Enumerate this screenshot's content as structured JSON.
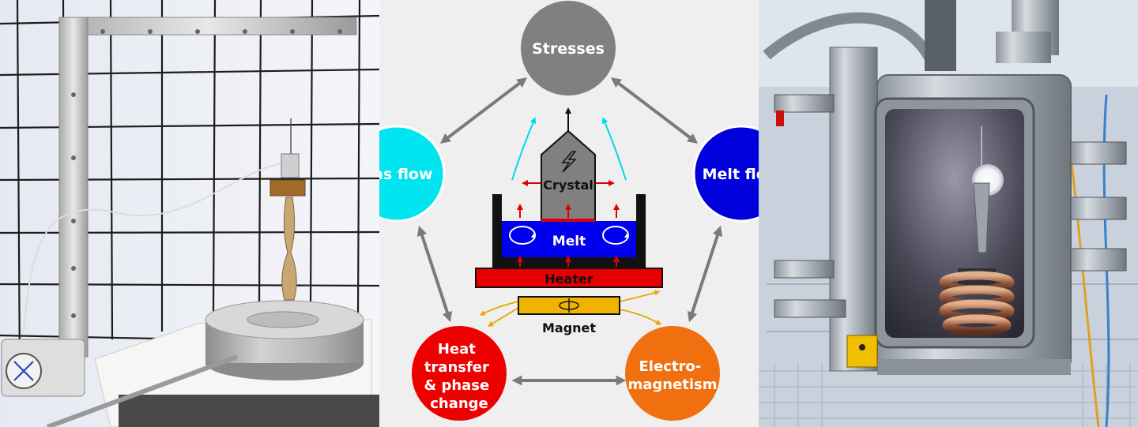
{
  "diagram": {
    "nodes": {
      "stresses": "Stresses",
      "gas_flow": "Gas flow",
      "melt_flow": "Melt flow",
      "heat_transfer": [
        "Heat",
        "transfer",
        "& phase",
        "change"
      ],
      "electromagnetism": [
        "Electro-",
        "magnetism"
      ]
    },
    "center": {
      "crystal": "Crystal",
      "melt": "Melt",
      "heater": "Heater",
      "magnet": "Magnet"
    },
    "colors": {
      "stresses": "#808080",
      "gas_flow": "#00e5ef",
      "melt_flow": "#0000dd",
      "heat_transfer": "#ee0000",
      "electromagnetism": "#f07010",
      "arrow": "#7a7a7a",
      "magnet": "#f0b400"
    }
  }
}
